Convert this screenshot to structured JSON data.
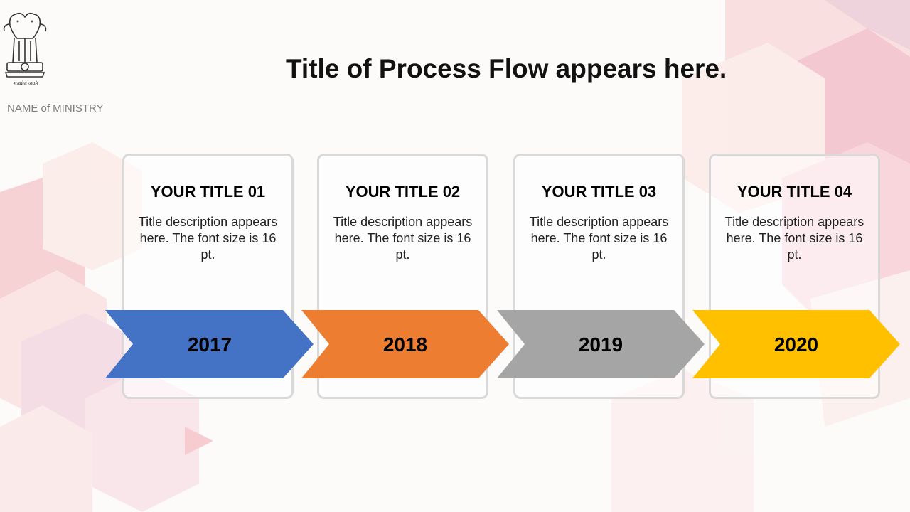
{
  "emblem": {
    "motto": "सत्यमेव जयते"
  },
  "ministry_name": "NAME of MINISTRY",
  "title": "Title of Process Flow appears here.",
  "steps": [
    {
      "title": "YOUR TITLE 01",
      "description": "Title description appears here. The font size is 16 pt.",
      "year": "2017",
      "color": "#4472c4"
    },
    {
      "title": "YOUR TITLE 02",
      "description": "Title description appears here. The font size is 16 pt.",
      "year": "2018",
      "color": "#ed7d31"
    },
    {
      "title": "YOUR TITLE 03",
      "description": "Title description appears here. The font size is 16 pt.",
      "year": "2019",
      "color": "#a5a5a5"
    },
    {
      "title": "YOUR TITLE 04",
      "description": "Title description appears here. The font size is 16 pt.",
      "year": "2020",
      "color": "#ffc000"
    }
  ]
}
